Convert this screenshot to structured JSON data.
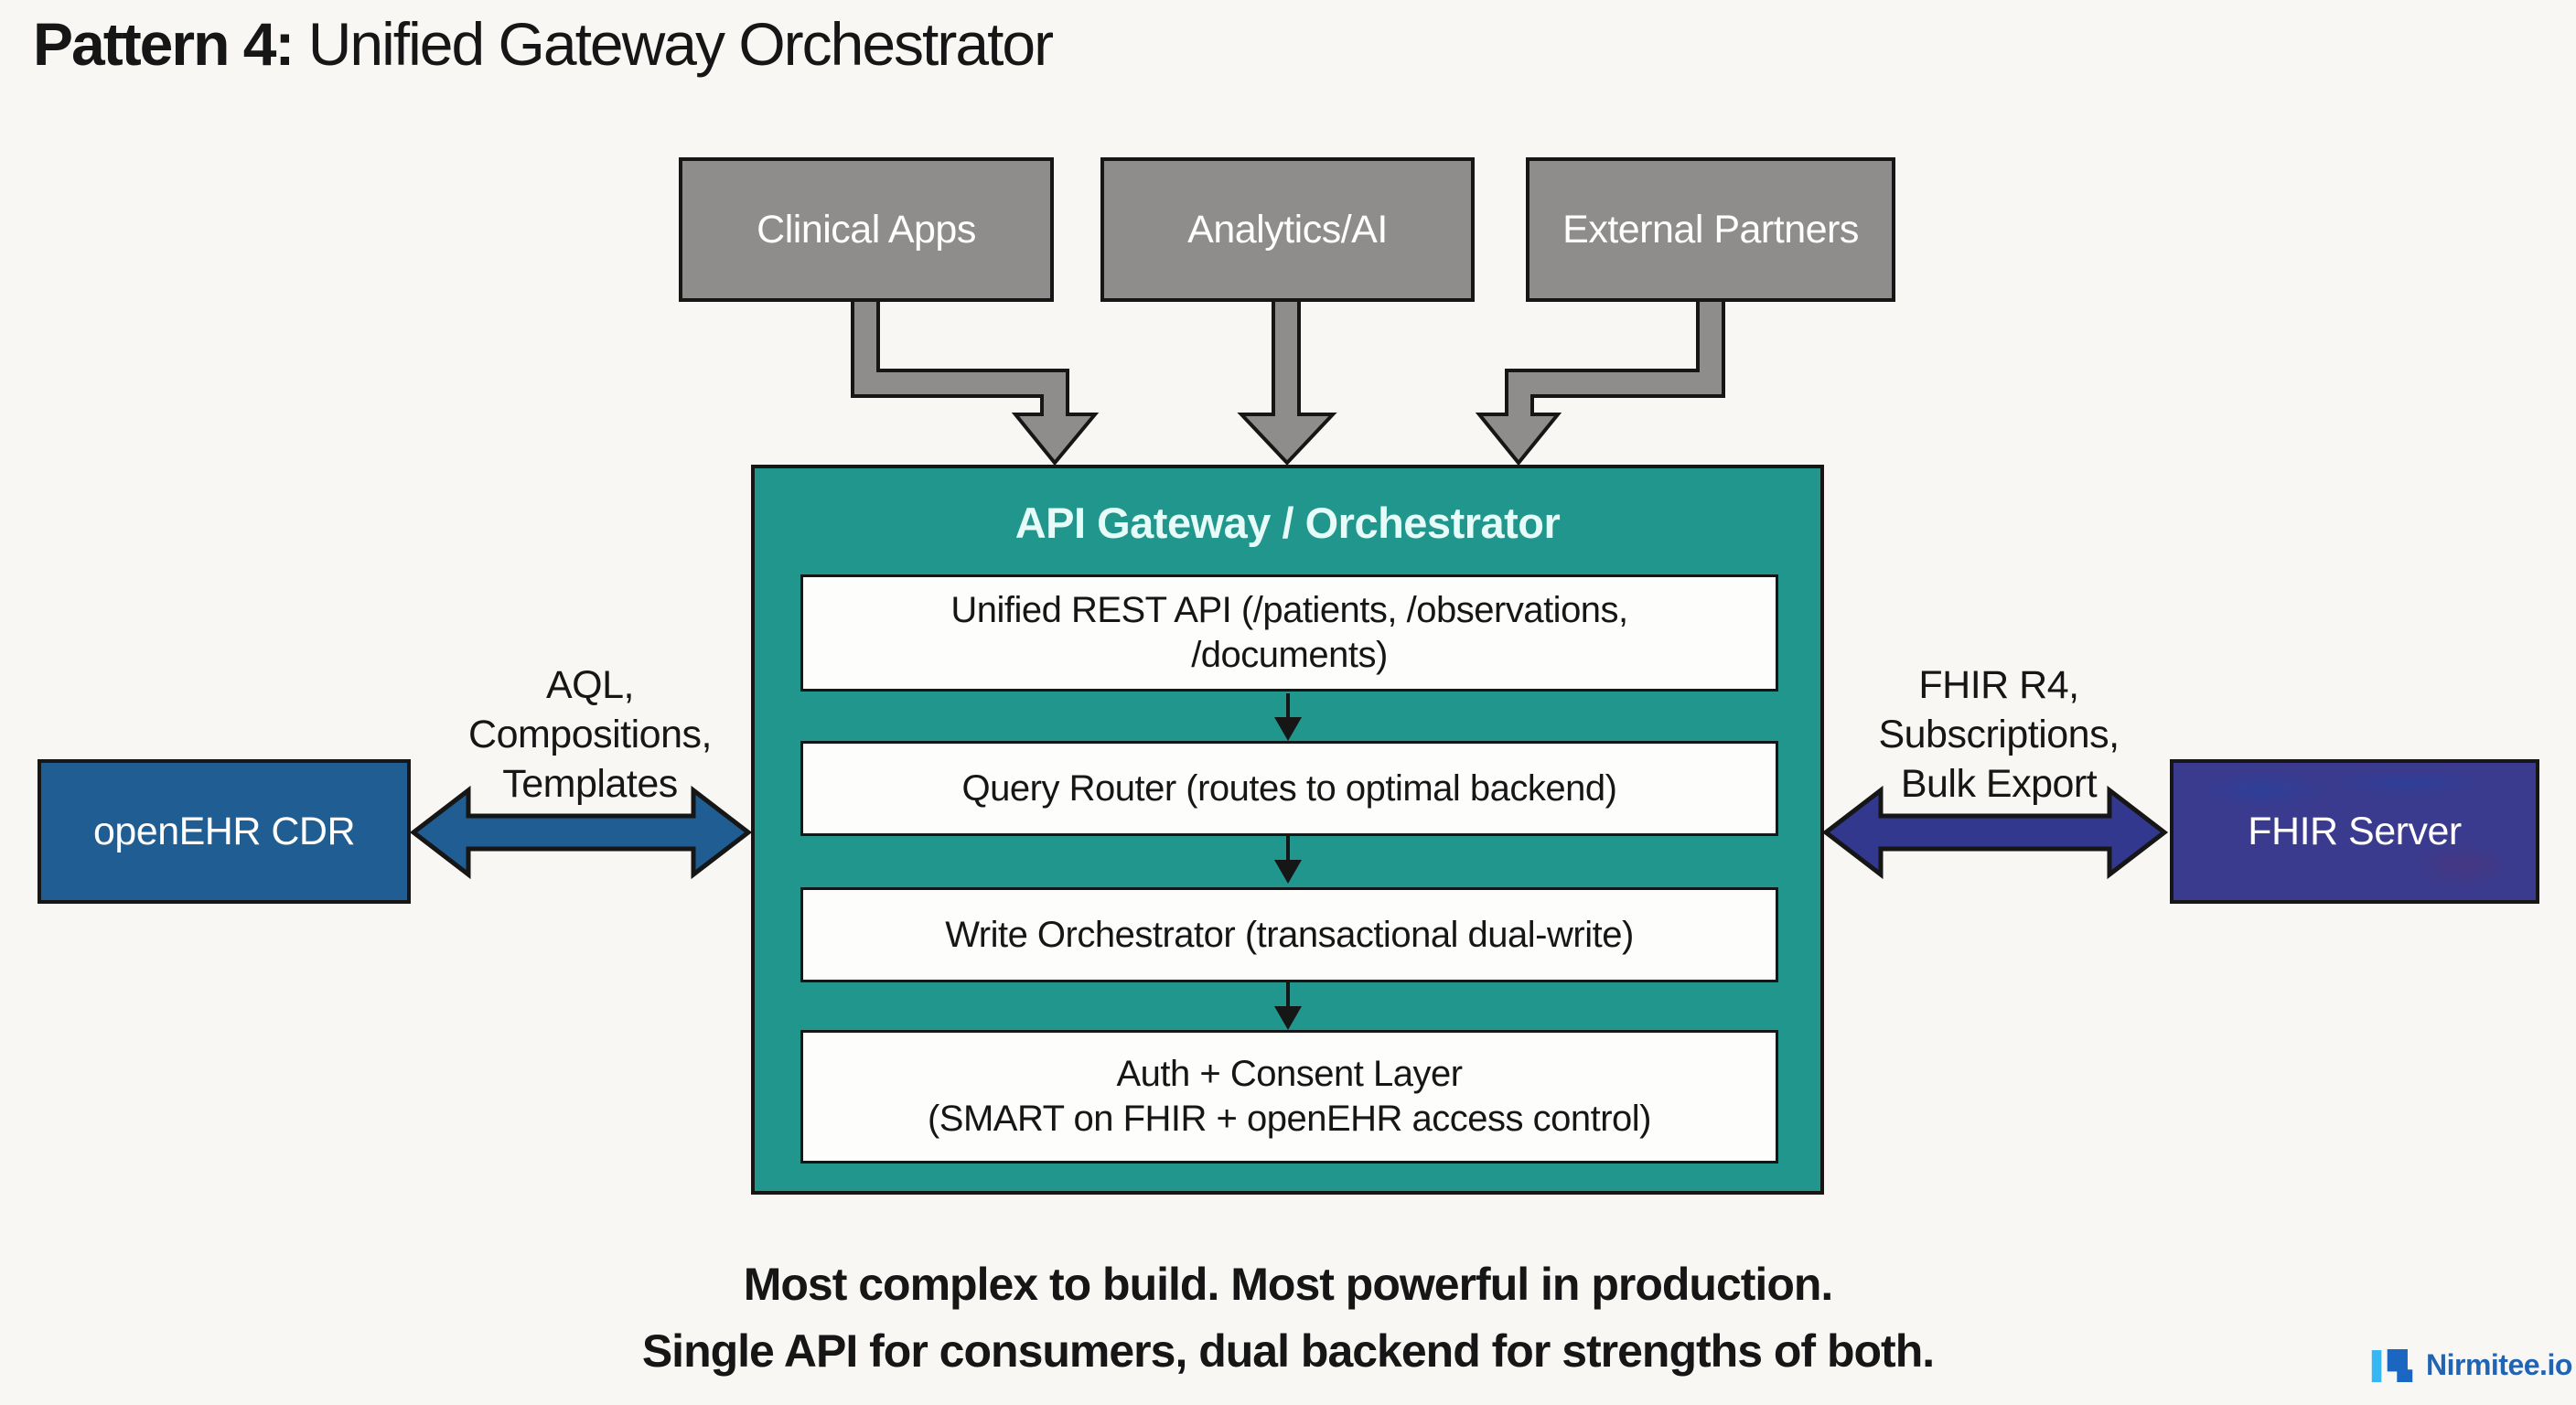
{
  "title": {
    "prefix": "Pattern 4:",
    "rest": " Unified Gateway Orchestrator"
  },
  "top_boxes": [
    {
      "label": "Clinical Apps"
    },
    {
      "label": "Analytics/AI"
    },
    {
      "label": "External Partners"
    }
  ],
  "gateway": {
    "title": "API Gateway / Orchestrator",
    "layers": [
      {
        "lines": [
          "Unified REST API (/patients, /observations,",
          "/documents)"
        ]
      },
      {
        "lines": [
          "Query Router (routes to optimal backend)"
        ]
      },
      {
        "lines": [
          "Write Orchestrator (transactional dual-write)"
        ]
      },
      {
        "lines": [
          "Auth + Consent Layer",
          "(SMART on FHIR + openEHR access control)"
        ]
      }
    ]
  },
  "left_system": {
    "box_label": "openEHR CDR",
    "arrow_label_lines": [
      "AQL,",
      "Compositions,",
      "Templates"
    ]
  },
  "right_system": {
    "box_label": "FHIR Server",
    "arrow_label_lines": [
      "FHIR R4,",
      "Subscriptions,",
      "Bulk Export"
    ]
  },
  "footer": {
    "line1": "Most complex to build. Most powerful in production.",
    "line2": "Single API for consumers, dual backend for strengths of both."
  },
  "logo": {
    "text": "Nirmitee.io"
  },
  "colors": {
    "bg": "#f8f7f4",
    "ink": "#161616",
    "box-gray": "#8e8d8b",
    "teal": "#20968d",
    "teal-text": "#e7fbf9",
    "white-box": "#fdfdfc",
    "blue": "#1f5d92",
    "indigo": "#3a3b8e",
    "indigo-arrow": "#33388f",
    "logo-cyan": "#35b7f3",
    "logo-blue": "#1a66c0",
    "logo-text": "#2264b4"
  }
}
